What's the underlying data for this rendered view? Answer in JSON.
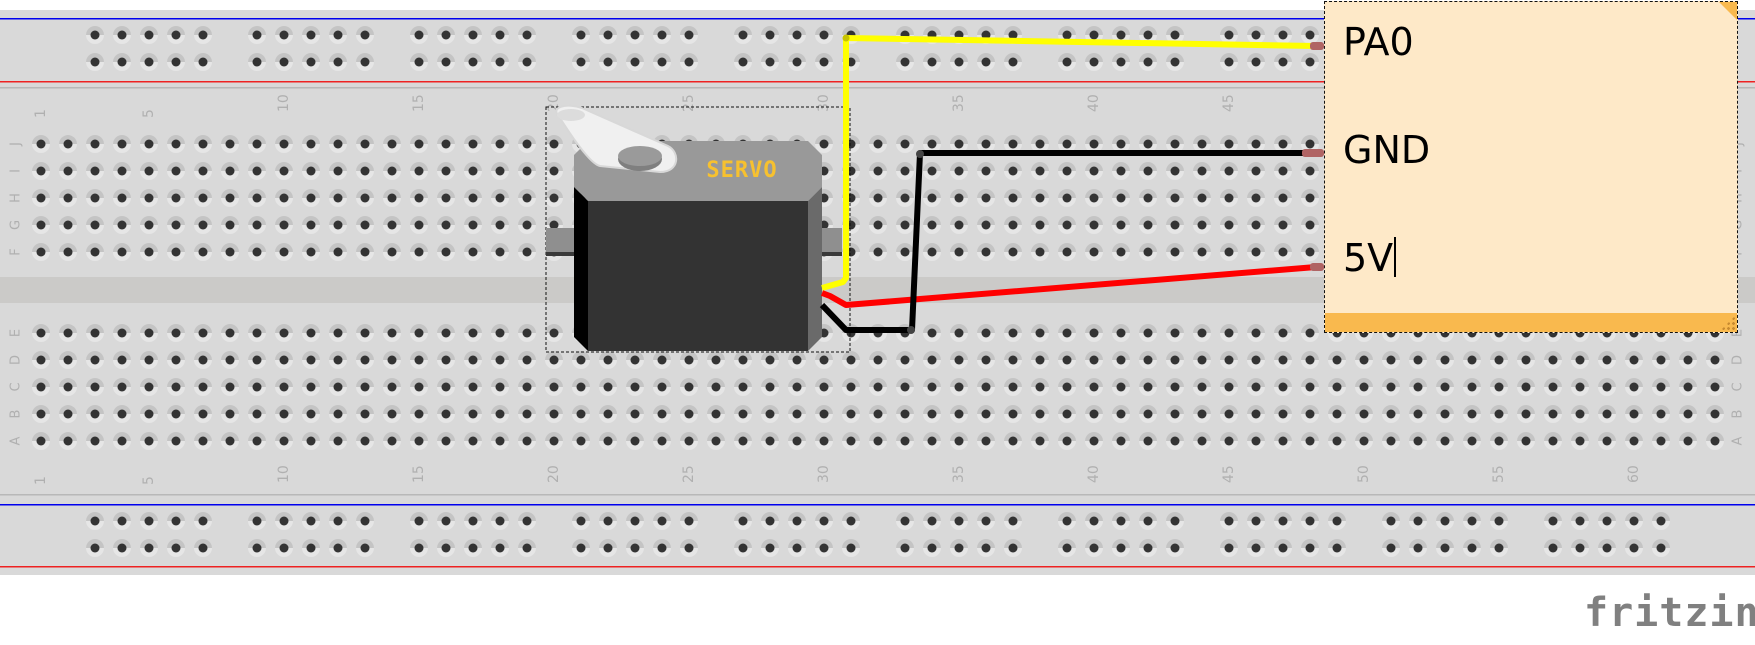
{
  "app": {
    "name": "Fritzing",
    "view": "Breadboard View",
    "logo_text": "fritzing"
  },
  "breadboard": {
    "columns": 63,
    "row_labels_top": [
      "J",
      "I",
      "H",
      "G",
      "F"
    ],
    "row_labels_bottom": [
      "E",
      "D",
      "C",
      "B",
      "A"
    ],
    "column_labels": [
      "1",
      "5",
      "10",
      "15",
      "20",
      "25",
      "30",
      "35",
      "40",
      "45",
      "50",
      "55",
      "60"
    ],
    "rail_line_colors": {
      "negative": "#0000ee",
      "positive": "#ee2222"
    },
    "rail_groups": 10
  },
  "components": {
    "servo": {
      "label": "SERVO",
      "label_color": "#f7c12f",
      "selected": true
    }
  },
  "wires": [
    {
      "name": "signal-wire",
      "color": "#ffff00",
      "connects_to": "PA0"
    },
    {
      "name": "ground-wire",
      "color": "#000000",
      "connects_to": "GND"
    },
    {
      "name": "power-wire",
      "color": "#ff0000",
      "connects_to": "5V"
    }
  ],
  "note": {
    "lines": [
      "PA0",
      "GND",
      "5V"
    ],
    "background": "#fee9c8",
    "accent": "#f9b94e",
    "editing": true
  }
}
